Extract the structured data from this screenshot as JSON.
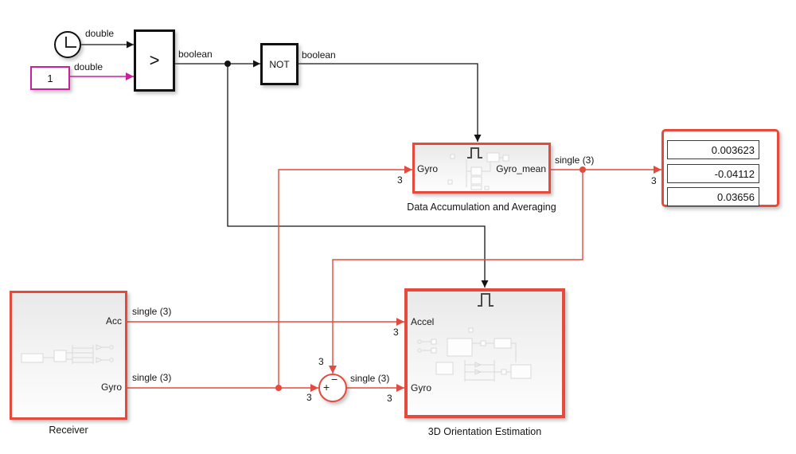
{
  "diagram": {
    "background": "#ffffff",
    "colors": {
      "highlight_red": "#e64a3c",
      "magenta": "#c9219e",
      "line_black": "#141414"
    }
  },
  "blocks": {
    "constant": {
      "value": "1"
    },
    "relational_operator": {
      "symbol": ">"
    },
    "logical_operator": {
      "label": "NOT"
    },
    "data_accumulation": {
      "title": "Data Accumulation and Averaging",
      "input_port": "Gyro",
      "output_port": "Gyro_mean"
    },
    "display": {
      "values": [
        "0.003623",
        "-0.04112",
        "0.03656"
      ]
    },
    "receiver": {
      "title": "Receiver",
      "port_acc": "Acc",
      "port_gyro": "Gyro"
    },
    "sum": {
      "sign_plus": "+",
      "sign_minus": "−"
    },
    "orientation": {
      "title": "3D Orientation Estimation",
      "port_accel": "Accel",
      "port_gyro": "Gyro"
    }
  },
  "signal_labels": {
    "double": "double",
    "boolean": "boolean",
    "single3": "single (3)",
    "dim3": "3"
  }
}
